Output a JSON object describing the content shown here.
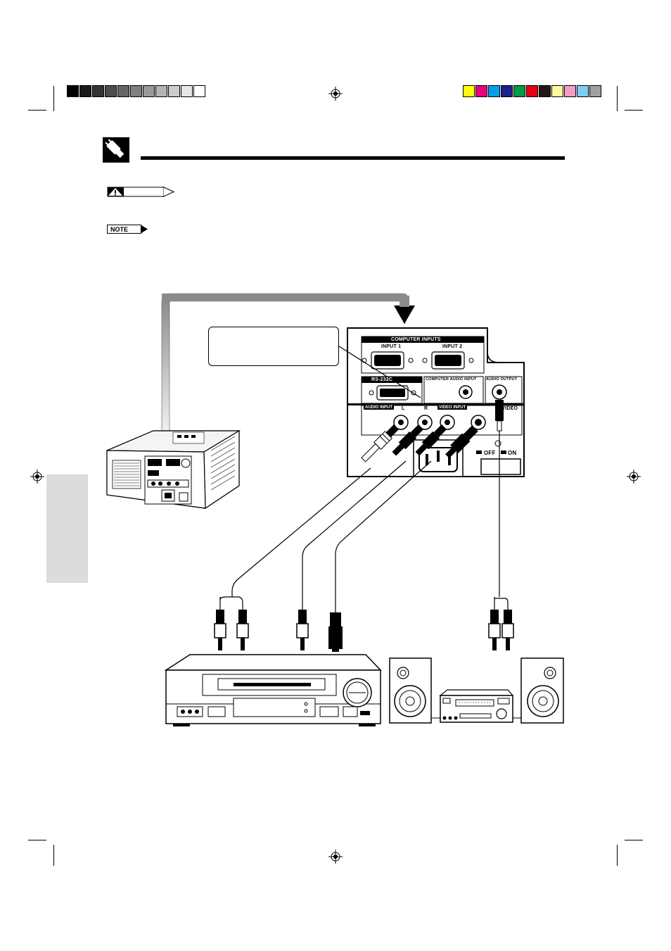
{
  "panel": {
    "computer_inputs_label": "COMPUTER INPUTS",
    "input1_label": "INPUT 1",
    "input2_label": "INPUT 2",
    "rs232c_label": "RS-232C",
    "computer_audio_input_label": "COMPUTER AUDIO INPUT",
    "audio_output_label": "AUDIO OUTPUT",
    "audio_input_label": "AUDIO INPUT",
    "l_label": "L",
    "r_label": "R",
    "video_input_label": "VIDEO INPUT",
    "s_video_label": "S-VIDEO",
    "off_label": "OFF",
    "on_label": "ON"
  },
  "notices": {
    "caution_icon": "warning-triangle-icon",
    "note_label": "NOTE"
  },
  "colors": {
    "gray_tab": "#dcdcdc",
    "registration_bar": [
      "#ffff00",
      "#e6007e",
      "#00a0e9",
      "#1d2088",
      "#009944",
      "#e60012",
      "#231815",
      "#fff799",
      "#f19ec2",
      "#7ecef4",
      "#9fa0a0"
    ]
  }
}
